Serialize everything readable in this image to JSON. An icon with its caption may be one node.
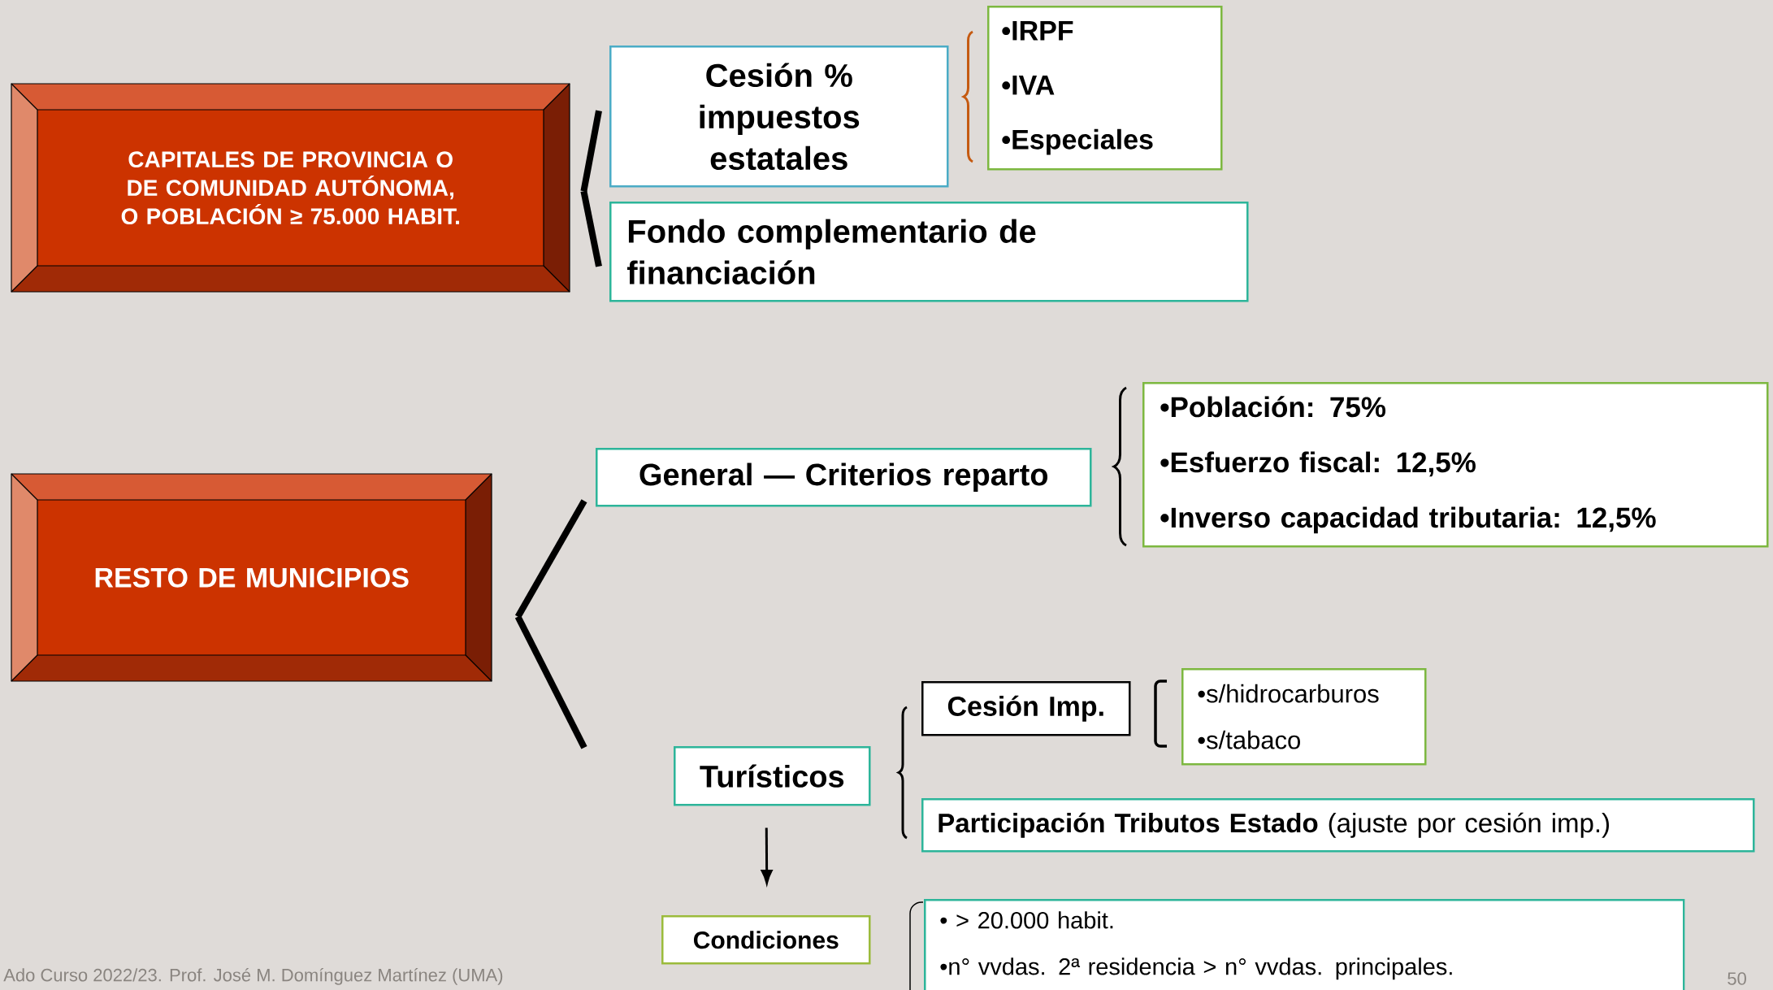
{
  "diagram": {
    "nodes": [
      {
        "text": [
          "CAPITALES DE PROVINCIA O DE COMUNIDAD AUTÓNOMA, O POBLACIÓN ≥ 75.000 HABIT."
        ]
      },
      {
        "text": [
          "Cesión % impuestos estatales"
        ]
      },
      {
        "text": [
          "•IRPF",
          "•IVA",
          "•Especiales"
        ]
      },
      {
        "text": [
          "Fondo complementario de financiación"
        ]
      },
      {
        "text": [
          "RESTO DE MUNICIPIOS"
        ]
      },
      {
        "text": [
          "General — Criterios reparto"
        ]
      },
      {
        "text": [
          "•Población: 75%",
          "•Esfuerzo fiscal:  12,5%",
          "•Inverso capacidad tributaria: 12,5%"
        ]
      },
      {
        "text": [
          "Turísticos"
        ]
      },
      {
        "text": [
          "Cesión Imp."
        ]
      },
      {
        "text": [
          "•s/hidrocarburos",
          "•s/tabaco"
        ]
      },
      {
        "text": [
          "**Participación Tributos Estado** (ajuste por cesión imp.)"
        ]
      },
      {
        "text": [
          "Condiciones"
        ]
      },
      {
        "text": [
          "• > 20.000 habit.",
          "•n° vvdas. 2ª residencia > n° vvdas. principales."
        ]
      }
    ],
    "edges": [
      {
        "from": 0,
        "to": 1,
        "arrow": "none"
      },
      {
        "from": 0,
        "to": 3,
        "arrow": "none"
      },
      {
        "from": 4,
        "to": 5,
        "arrow": "none"
      },
      {
        "from": 4,
        "to": 7,
        "arrow": "none"
      },
      {
        "from": 7,
        "to": 11,
        "arrow": "to"
      }
    ],
    "labels": [
      "Ado Curso 2022/23. Prof. José M. Domínguez Martínez (UMA)",
      "50"
    ]
  }
}
